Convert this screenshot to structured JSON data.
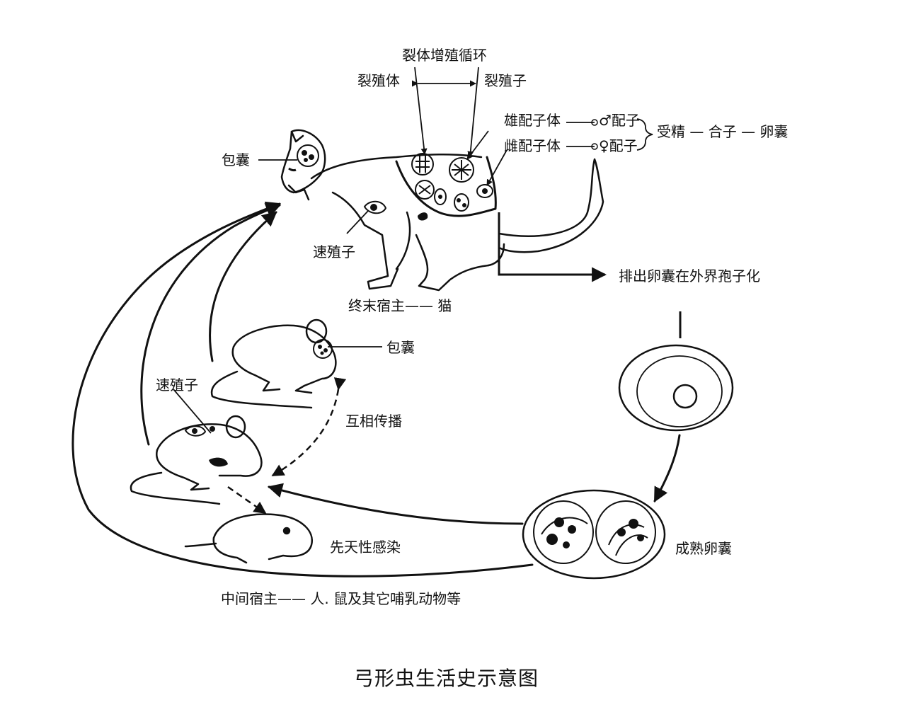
{
  "caption": "弓形虫生活史示意图",
  "labels": {
    "schizogony_cycle": "裂体增殖循环",
    "schizont": "裂殖体",
    "merozoite": "裂殖子",
    "male_gametocyte": "雄配子体",
    "male_gamete": "♂配子",
    "female_gametocyte": "雌配子体",
    "female_gamete": "♀配子",
    "fertilization_chain": "受精 — 合子 — 卵囊",
    "cat_cyst": "包囊",
    "cat_tachyzoite": "速殖子",
    "definitive_host": "终末宿主—— 猫",
    "oocyst_exit": "排出卵囊在外界孢子化",
    "mouse_cyst": "包囊",
    "mouse_tachyzoite": "速殖子",
    "mutual_transmission": "互相传播",
    "congenital_infection": "先天性感染",
    "mature_oocyst": "成熟卵囊",
    "intermediate_host": "中间宿主—— 人. 鼠及其它哺乳动物等"
  }
}
